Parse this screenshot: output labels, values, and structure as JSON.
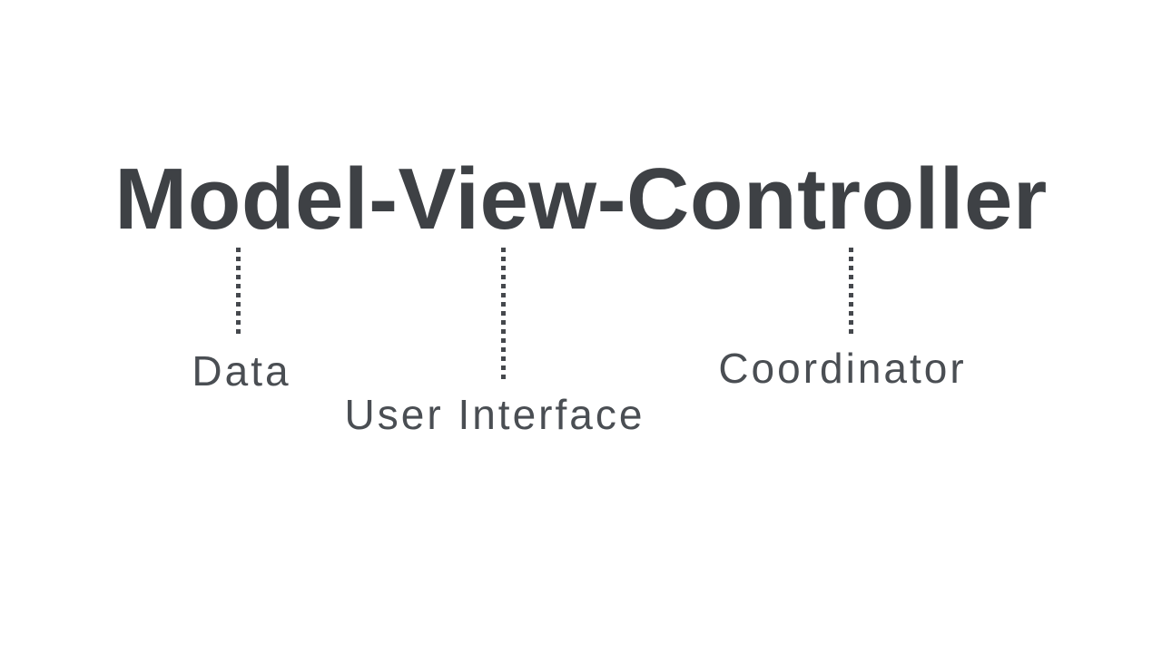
{
  "diagram": {
    "title": "Model-View-Controller",
    "annotations": {
      "model": "Data",
      "view": "User Interface",
      "controller": "Coordinator"
    },
    "colors": {
      "background": "#ffffff",
      "title_text": "#3e4145",
      "label_text": "#4a4e53",
      "dotted_line": "#45484d"
    }
  }
}
